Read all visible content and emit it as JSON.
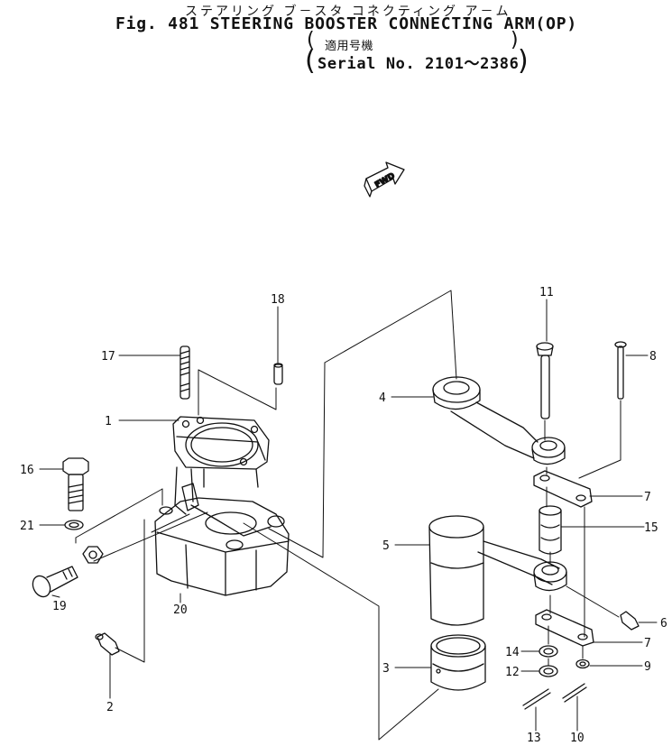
{
  "header": {
    "title_jp": "ステアリング ブ－スタ コネクティング ア－ム",
    "title": "Fig. 481 STEERING BOOSTER CONNECTING ARM(OP)",
    "model_jp": "適用号機",
    "serial": "Serial No. 2101～2386"
  },
  "fwd_label": "FWD",
  "colors": {
    "ink": "#111111",
    "paper": "#ffffff"
  },
  "callouts": [
    {
      "id": "1",
      "label": "1"
    },
    {
      "id": "2",
      "label": "2"
    },
    {
      "id": "3",
      "label": "3"
    },
    {
      "id": "4",
      "label": "4"
    },
    {
      "id": "5",
      "label": "5"
    },
    {
      "id": "6",
      "label": "6"
    },
    {
      "id": "7a",
      "label": "7"
    },
    {
      "id": "7b",
      "label": "7"
    },
    {
      "id": "8",
      "label": "8"
    },
    {
      "id": "9",
      "label": "9"
    },
    {
      "id": "10",
      "label": "10"
    },
    {
      "id": "11",
      "label": "11"
    },
    {
      "id": "12",
      "label": "12"
    },
    {
      "id": "13",
      "label": "13"
    },
    {
      "id": "14",
      "label": "14"
    },
    {
      "id": "15",
      "label": "15"
    },
    {
      "id": "16",
      "label": "16"
    },
    {
      "id": "17",
      "label": "17"
    },
    {
      "id": "18",
      "label": "18"
    },
    {
      "id": "19",
      "label": "19"
    },
    {
      "id": "20",
      "label": "20"
    },
    {
      "id": "21",
      "label": "21"
    }
  ]
}
